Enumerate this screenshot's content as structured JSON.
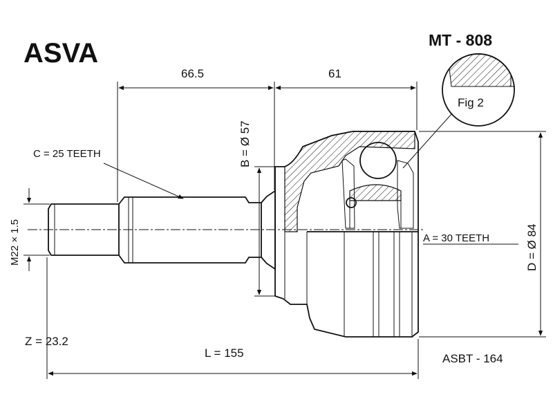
{
  "brand": "ASVA",
  "part_number": "MT - 808",
  "fig_label": "Fig 2",
  "dimensions": {
    "dim_66_5": "66.5",
    "dim_61": "61",
    "diameter_b": "B = Ø 57",
    "diameter_d": "D = Ø 84",
    "thread": "M22 × 1.5",
    "teeth_c": "C = 25 TEETH",
    "teeth_a": "A = 30 TEETH",
    "length_l": "L = 155",
    "z_value": "Z = 23.2"
  },
  "code": "ASBT - 164"
}
